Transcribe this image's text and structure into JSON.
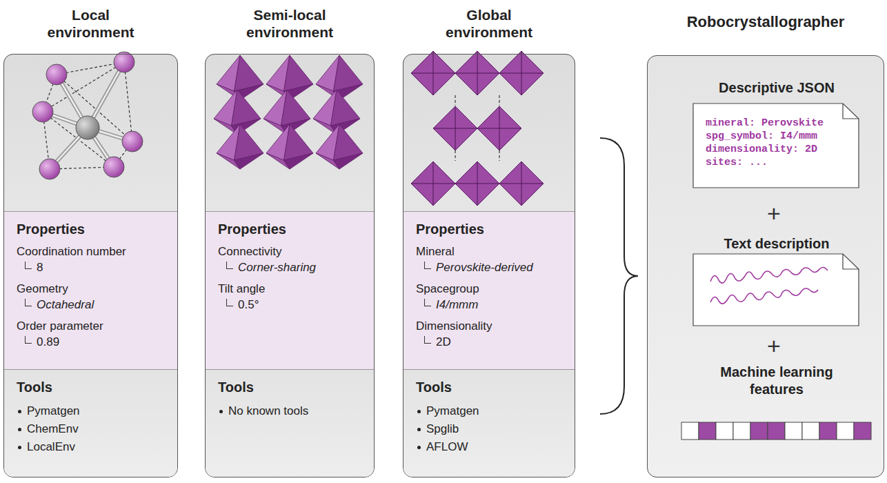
{
  "diagram": {
    "nodes": [
      {
        "text": [
          "Local environment"
        ]
      },
      {
        "text": [
          "Properties",
          "Coordination number",
          "8",
          "Geometry",
          "Octahedral",
          "Order parameter",
          "0.89"
        ],
        "in": 0
      },
      {
        "text": [
          "Tools",
          "Pymatgen",
          "ChemEnv",
          "LocalEnv"
        ],
        "in": 0
      },
      {
        "text": [
          "Semi-local environment"
        ]
      },
      {
        "text": [
          "Properties",
          "Connectivity",
          "Corner-sharing",
          "Tilt angle",
          "0.5°"
        ],
        "in": 3
      },
      {
        "text": [
          "Tools",
          "No known tools"
        ],
        "in": 3
      },
      {
        "text": [
          "Global environment"
        ]
      },
      {
        "text": [
          "Properties",
          "Mineral",
          "Perovskite-derived",
          "Spacegroup",
          "I4/mmm",
          "Dimensionality",
          "2D"
        ],
        "in": 6
      },
      {
        "text": [
          "Tools",
          "Pymatgen",
          "Spglib",
          "AFLOW"
        ],
        "in": 6
      },
      {
        "text": [
          "Robocrystallographer"
        ]
      },
      {
        "text": [
          "Descriptive JSON",
          "mineral: Perovskite",
          "spg_symbol: I4/mmm",
          "dimensionality: 2D",
          "sites: ..."
        ],
        "in": 9
      },
      {
        "text": [
          "Text description"
        ],
        "in": 9
      },
      {
        "text": [
          "Machine learning features"
        ],
        "in": 9
      }
    ],
    "labels": [
      "+",
      "+"
    ]
  }
}
